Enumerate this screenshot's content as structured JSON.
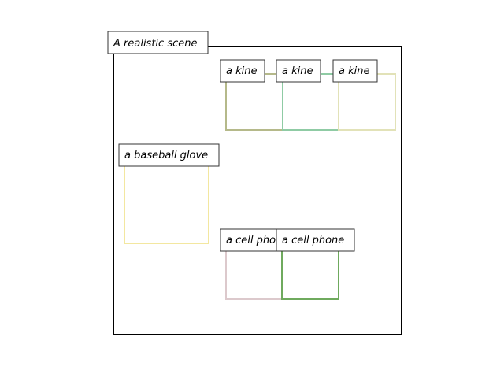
{
  "scene": {
    "title": "A realistic scene",
    "frame_color": "#000000"
  },
  "boxes": [
    {
      "label": "a kine",
      "color": "#b5b98a"
    },
    {
      "label": "a kine",
      "color": "#8fcba4"
    },
    {
      "label": "a kine",
      "color": "#e2e2b8"
    },
    {
      "label": "a baseball glove",
      "color": "#f3e7a0"
    },
    {
      "label": "a cell phone",
      "color": "#dcc9cc"
    },
    {
      "label": "a cell phone",
      "color": "#6faa5e"
    }
  ]
}
